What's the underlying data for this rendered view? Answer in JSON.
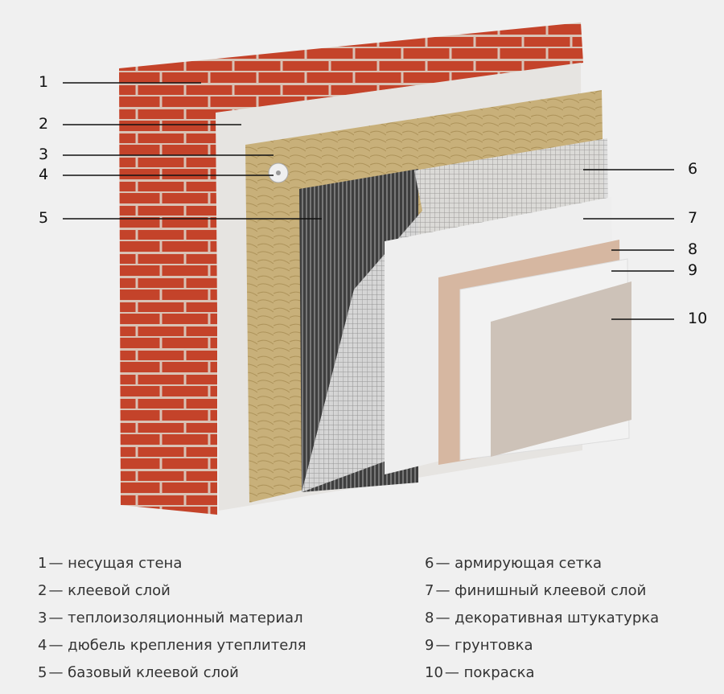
{
  "callouts": [
    "1",
    "2",
    "3",
    "4",
    "5",
    "6",
    "7",
    "8",
    "9",
    "10"
  ],
  "legend": [
    {
      "num": "1",
      "text": "— несущая стена"
    },
    {
      "num": "2",
      "text": "— клеевой слой"
    },
    {
      "num": "3",
      "text": "— теплоизоляционный материал"
    },
    {
      "num": "4",
      "text": "— дюбель крепления утеплителя"
    },
    {
      "num": "5",
      "text": "— базовый клеевой слой"
    },
    {
      "num": "6",
      "text": "— армирующая сетка"
    },
    {
      "num": "7",
      "text": "— финишный клеевой слой"
    },
    {
      "num": "8",
      "text": "— декоративная штукатурка"
    },
    {
      "num": "9",
      "text": "— грунтовка"
    },
    {
      "num": "10",
      "text": "— покраска"
    }
  ],
  "colors": {
    "brick": "#c4432a",
    "mortar": "#d9c2b5",
    "adhesive": "#e6e4e1",
    "insulation": "#c8b07a",
    "base_adhesive": "#4a4a4a",
    "mesh": "#d2d2d2",
    "finish_adhesive": "#eeeeee",
    "decorative_plaster": "#d6b7a1",
    "primer": "#f2f2f2",
    "paint": "#cdc2b8"
  }
}
